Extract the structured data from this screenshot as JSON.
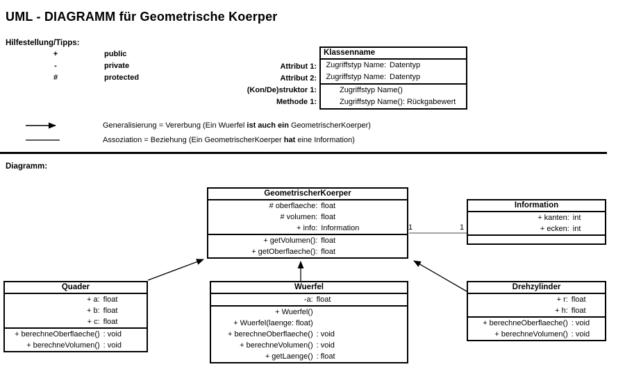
{
  "title": "UML - DIAGRAMM für Geometrische Koerper",
  "hints": {
    "heading": "Hilfestellung/Tipps:",
    "items": [
      {
        "symbol": "+",
        "meaning": "public"
      },
      {
        "symbol": "-",
        "meaning": "private"
      },
      {
        "symbol": "#",
        "meaning": "protected"
      }
    ]
  },
  "template_box": {
    "title": "Klassenname",
    "labels": [
      "Attribut 1:",
      "Attribut 2:",
      "(Kon/De)struktor 1:",
      "Methode 1:"
    ],
    "attributes": [
      {
        "left": "Zugriffstyp Name:",
        "right": "Datentyp"
      },
      {
        "left": "Zugriffstyp Name:",
        "right": "Datentyp"
      }
    ],
    "methods": [
      "Zugriffstyp Name()",
      "Zugriffstyp Name(): Rückgabewert"
    ]
  },
  "legend": {
    "generalization": {
      "pre": "Generalisierung = Vererbung (Ein Wuerfel ",
      "bold": "ist auch ein",
      "post": " GeometrischerKoerper)"
    },
    "association": {
      "pre": "Assoziation = Beziehung (Ein GeometrischerKoerper ",
      "bold": "hat",
      "post": " eine Information)"
    }
  },
  "diagram_label": "Diagramm:",
  "classes": {
    "geometrischer_koerper": {
      "name": "GeometrischerKoerper",
      "attributes": [
        {
          "left": "# oberflaeche:",
          "right": "float"
        },
        {
          "left": "# volumen:",
          "right": "float"
        },
        {
          "left": "+ info:",
          "right": "Information"
        }
      ],
      "methods": [
        {
          "left": "+ getVolumen():",
          "right": "float"
        },
        {
          "left": "+ getOberflaeche():",
          "right": "float"
        }
      ]
    },
    "information": {
      "name": "Information",
      "attributes": [
        {
          "left": "+ kanten:",
          "right": "int"
        },
        {
          "left": "+ ecken:",
          "right": "int"
        }
      ],
      "methods": []
    },
    "quader": {
      "name": "Quader",
      "attributes": [
        {
          "left": "+ a:",
          "right": "float"
        },
        {
          "left": "+ b:",
          "right": "float"
        },
        {
          "left": "+ c:",
          "right": "float"
        }
      ],
      "methods": [
        {
          "left": "+ berechneOberflaeche()",
          "right": ": void"
        },
        {
          "left": "+ berechneVolumen()",
          "right": ": void"
        }
      ]
    },
    "wuerfel": {
      "name": "Wuerfel",
      "attributes": [
        {
          "left": "-a:",
          "right": "float"
        }
      ],
      "methods": [
        {
          "left": "+ Wuerfel()",
          "right": ""
        },
        {
          "left": "+ Wuerfel(laenge: float)",
          "right": ""
        },
        {
          "left": "+ berechneOberflaeche()",
          "right": ": void"
        },
        {
          "left": "+ berechneVolumen()",
          "right": ": void"
        },
        {
          "left": "+ getLaenge()",
          "right": ": float"
        }
      ]
    },
    "drehzylinder": {
      "name": "Drehzylinder",
      "attributes": [
        {
          "left": "+ r:",
          "right": "float"
        },
        {
          "left": "+ h:",
          "right": "float"
        }
      ],
      "methods": [
        {
          "left": "+ berechneOberflaeche()",
          "right": ": void"
        },
        {
          "left": "+ berechneVolumen()",
          "right": ": void"
        }
      ]
    }
  },
  "association": {
    "source_multiplicity": "1",
    "target_multiplicity": "1"
  },
  "colors": {
    "ink": "#000000",
    "background": "#ffffff",
    "association_line": "#444444"
  }
}
